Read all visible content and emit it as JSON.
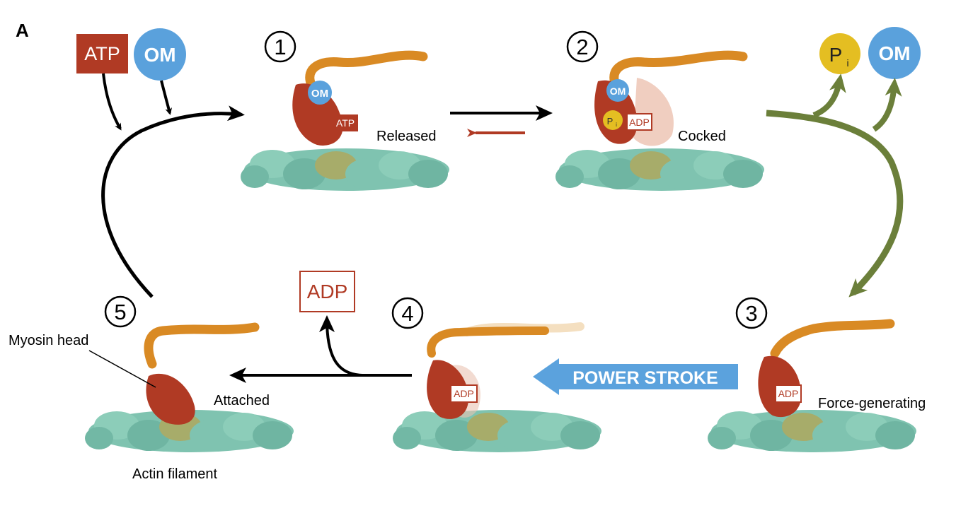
{
  "panel_label": "A",
  "colors": {
    "atp_red": "#b03a24",
    "om_blue": "#5aa1dc",
    "pi_yellow": "#e4be22",
    "green_arrow": "#6b7f3a",
    "power_stroke_blue": "#5ba2dd",
    "myosin_red": "#b03a24",
    "myosin_lever_orange": "#d98a24",
    "actin_teal": "#7fc3b0",
    "actin_olive": "#a7ac6a"
  },
  "inputs": {
    "atp_label": "ATP",
    "om_label": "OM"
  },
  "outputs": {
    "pi_main": "P",
    "pi_sub": "i",
    "om_label": "OM"
  },
  "adp_release": {
    "label": "ADP"
  },
  "power_stroke": {
    "label": "POWER STROKE"
  },
  "states": [
    {
      "number": "1",
      "label": "Released",
      "chips": {
        "om": "OM",
        "atp": "ATP"
      }
    },
    {
      "number": "2",
      "label": "Cocked",
      "chips": {
        "om": "OM",
        "pi_main": "P",
        "pi_sub": "i",
        "adp": "ADP"
      }
    },
    {
      "number": "3",
      "label": "Force-generating",
      "chips": {
        "adp": "ADP"
      }
    },
    {
      "number": "4",
      "label": "",
      "chips": {
        "adp": "ADP"
      }
    },
    {
      "number": "5",
      "label": "Attached",
      "chips": {}
    }
  ],
  "annotations": {
    "myosin_head": "Myosin head",
    "actin_filament": "Actin filament"
  }
}
